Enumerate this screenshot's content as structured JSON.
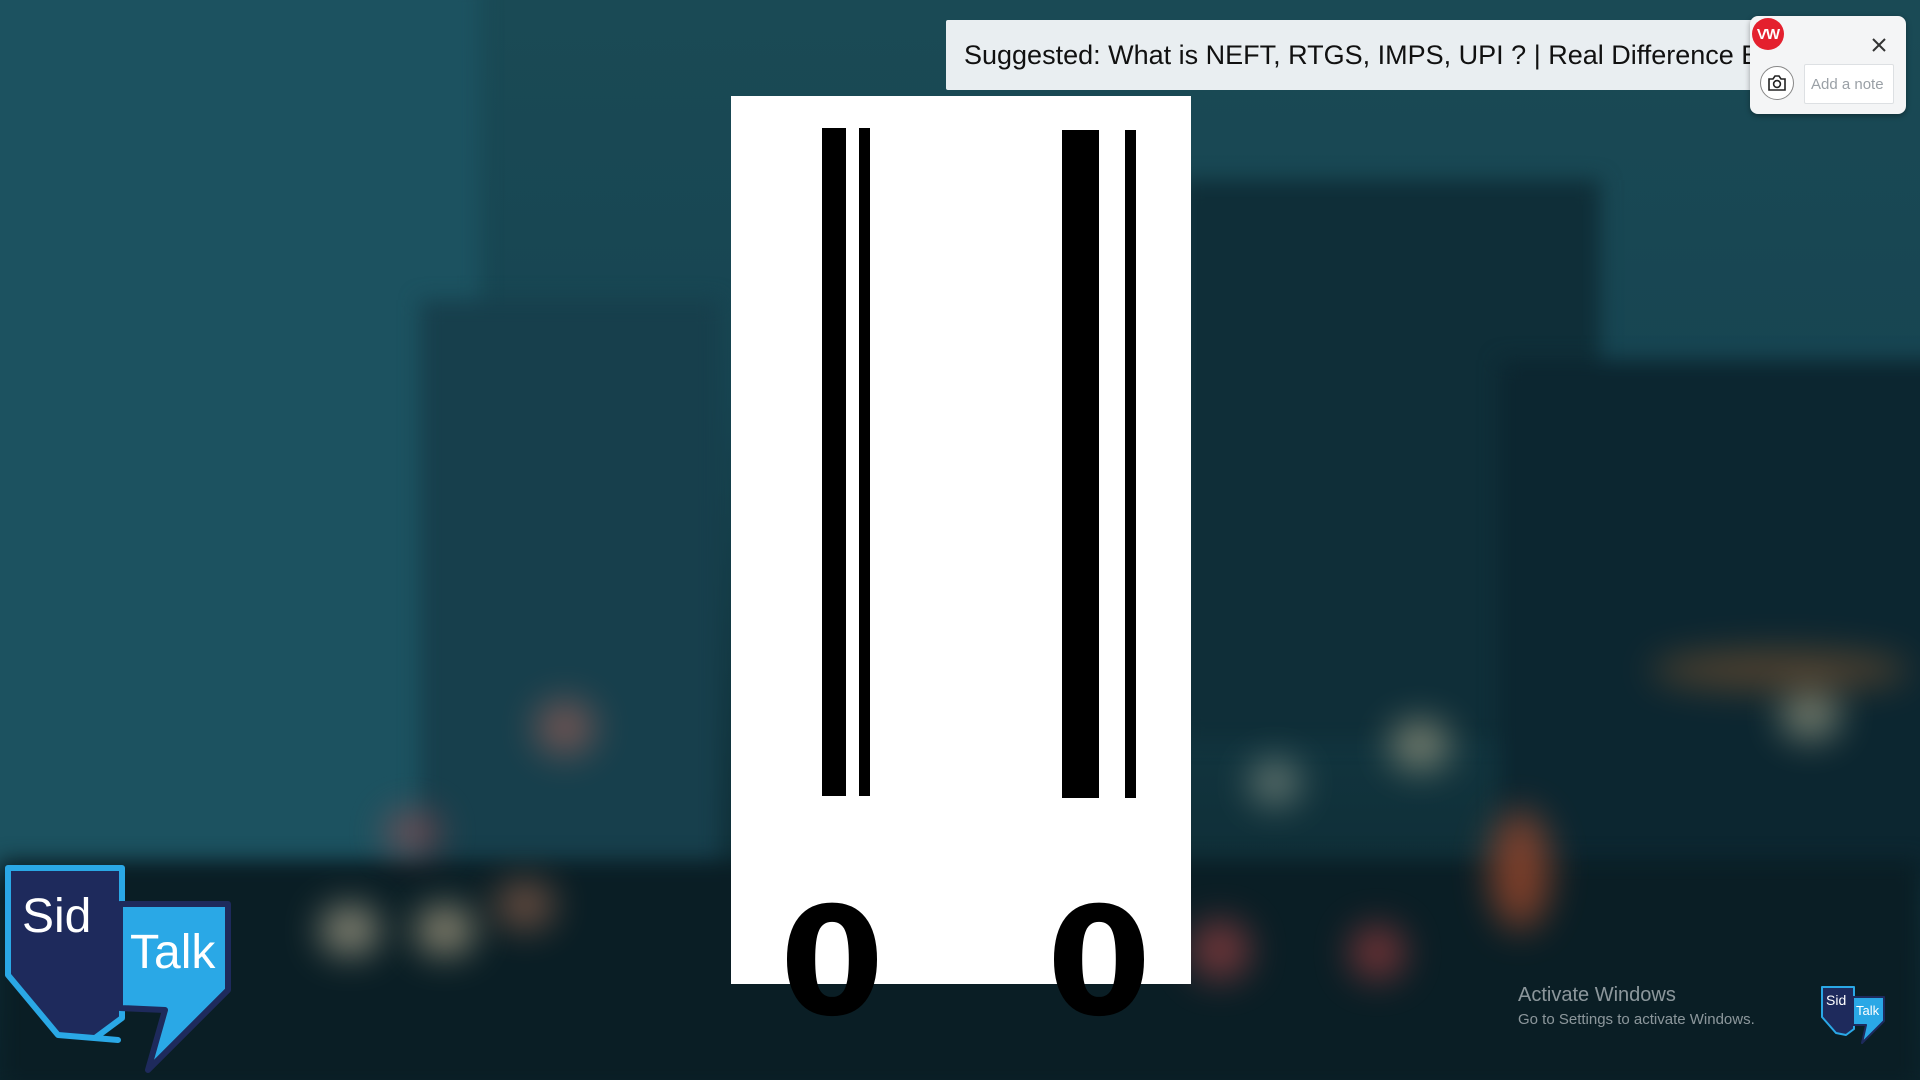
{
  "suggestion": {
    "text": "Suggested: What is NEFT, RTGS, IMPS, UPI ? | Real Difference Between NEFT, RTGS, IMPS, UPI"
  },
  "note_widget": {
    "logo_text": "VW",
    "placeholder": "Add a note"
  },
  "card": {
    "digits": [
      "0",
      "0"
    ]
  },
  "brand": {
    "word1": "Sid",
    "word2": "Talk"
  },
  "watermark": {
    "title": "Activate Windows",
    "subtitle": "Go to Settings to activate Windows."
  },
  "colors": {
    "logo_dark": "#1e2a5c",
    "logo_light": "#2aa8e6",
    "accent_red": "#e4202e"
  },
  "icons": {
    "close": "close-icon",
    "camera": "camera-icon"
  }
}
